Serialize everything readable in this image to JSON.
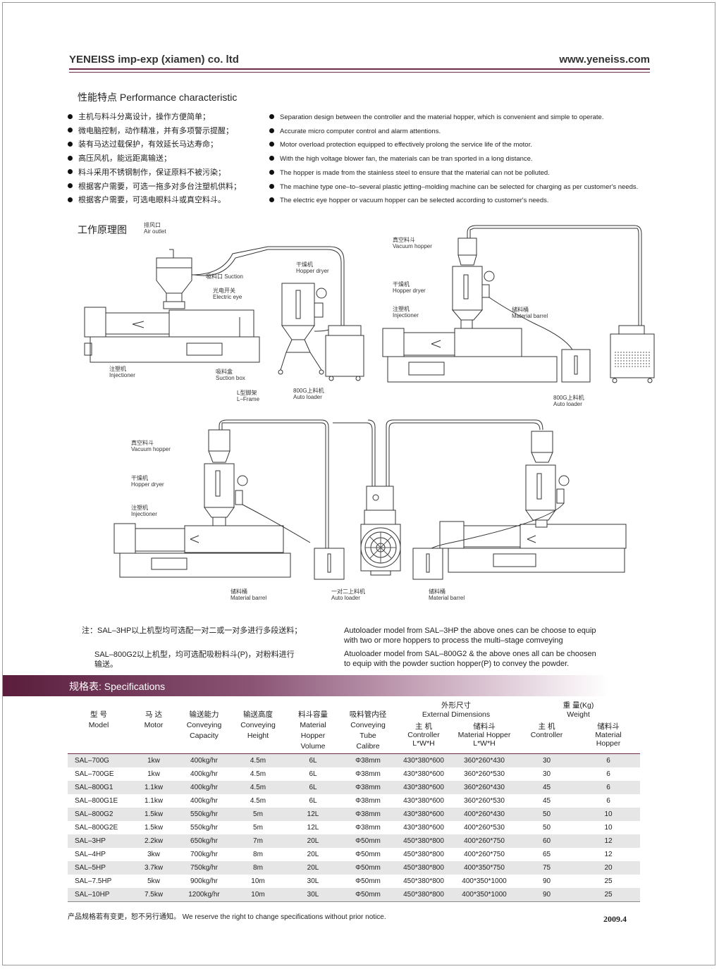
{
  "header": {
    "company": "YENEISS imp-exp (xiamen) co. ltd",
    "website": "www.yeneiss.com"
  },
  "performance": {
    "title": "性能特点 Performance characteristic",
    "cn": [
      "主机与料斗分离设计，操作方便简单；",
      "微电脑控制，动作精准，并有多项警示提醒；",
      "装有马达过载保护，有效延长马达寿命；",
      "高压风机，能远距离输送；",
      "料斗采用不锈钢制作，保证原料不被污染；",
      "根据客户需要，可选一拖多对多台注塑机供料；",
      "根据客户需要，可选电眼料斗或真空料斗。"
    ],
    "en": [
      "Separation design between the controller and the material hopper, which is  convenient and simple  to operate.",
      "Accurate micro computer control and alarm attentions.",
      "Motor overload protection equipped to effectively prolong the service life of the motor.",
      "With the high voltage blower fan, the materials can be tran sported in a long distance.",
      "The hopper is made from the stainless steel to ensure that the material can not be polluted.",
      "The machine type one–to–several plastic jetting–molding machine can be selected for charging as per customer's needs.",
      "The electric eye hopper or vacuum hopper can be selected according to customer's needs."
    ]
  },
  "diagram": {
    "title": "工作原理图",
    "labels": {
      "air_outlet": [
        "排风口",
        "Air outlet"
      ],
      "suction": [
        "吸料口",
        "Suction"
      ],
      "electric_eye": [
        "光电开关",
        "Electric eye"
      ],
      "hopper_dryer_1": [
        "干燥机",
        "Hopper dryer"
      ],
      "injectioner_1": [
        "注塑机",
        "Injectioner"
      ],
      "suction_box": [
        "吸料盒",
        "Suction box"
      ],
      "l_frame": [
        "L型脚架",
        "L–Frame"
      ],
      "auto_loader_1": [
        "800G上料机",
        "Auto loader"
      ],
      "vacuum_hopper_1": [
        "真空料斗",
        "Vacuum hopper"
      ],
      "hopper_dryer_2": [
        "干燥机",
        "Hopper dryer"
      ],
      "injectioner_2": [
        "注塑机",
        "Injectioner"
      ],
      "material_barrel_1": [
        "储料桶",
        "Material barrel"
      ],
      "auto_loader_2": [
        "800G上料机",
        "Auto loader"
      ],
      "vacuum_hopper_2": [
        "真空料斗",
        "Vacuum hopper"
      ],
      "hopper_dryer_3": [
        "干燥机",
        "Hopper dryer"
      ],
      "injectioner_3": [
        "注塑机",
        "Injectioner"
      ],
      "material_barrel_2": [
        "储料桶",
        "Material barrel"
      ],
      "auto_loader_3": [
        "一对二上料机",
        "Auto loader"
      ],
      "material_barrel_3": [
        "储料桶",
        "Material barrel"
      ]
    }
  },
  "notes": {
    "cn1": "注：SAL–3HP以上机型均可选配一对二或一对多进行多段送料；",
    "cn2a": "SAL–800G2以上机型，均可选配吸粉料斗(P)，对粉料进行",
    "cn2b": "输送。",
    "en1a": "Autoloader model from SAL–3HP the above ones can be choose to equip",
    "en1b": "with two or more hoppers to process the multi–stage comveying",
    "en2a": "Atuoloader model from SAL–800G2 & the above ones all can be choosen",
    "en2b": " to equip with the powder suction hopper(P) to convey the powder."
  },
  "specs": {
    "title": "规格表: Specifications",
    "headers": {
      "model": [
        "型 号",
        "Model"
      ],
      "motor": [
        "马 达",
        "Motor"
      ],
      "capacity": [
        "输送能力",
        "Conveying",
        "Capacity"
      ],
      "height": [
        "输送高度",
        "Conveying",
        "Height"
      ],
      "volume": [
        "料斗容量",
        "Material",
        "Hopper",
        "Volume"
      ],
      "tube": [
        "吸料管内径",
        "Conveying",
        "Tube",
        "Calibre"
      ],
      "ext_dim": [
        "外形尺寸",
        "External Dimensions"
      ],
      "controller_dim": [
        "主 机",
        "Controller",
        "L*W*H"
      ],
      "hopper_dim": [
        "储料斗",
        "Material Hopper",
        "L*W*H"
      ],
      "weight": [
        "重 量(Kg)",
        "Weight"
      ],
      "w_controller": [
        "主 机",
        "Controller"
      ],
      "w_hopper": [
        "储料斗",
        "Material",
        "Hopper"
      ]
    },
    "rows": [
      [
        "SAL–700G",
        "1kw",
        "400kg/hr",
        "4.5m",
        "6L",
        "Φ38mm",
        "430*380*600",
        "360*260*430",
        "30",
        "6"
      ],
      [
        "SAL–700GE",
        "1kw",
        "400kg/hr",
        "4.5m",
        "6L",
        "Φ38mm",
        "430*380*600",
        "360*260*530",
        "30",
        "6"
      ],
      [
        "SAL–800G1",
        "1.1kw",
        "400kg/hr",
        "4.5m",
        "6L",
        "Φ38mm",
        "430*380*600",
        "360*260*430",
        "45",
        "6"
      ],
      [
        "SAL–800G1E",
        "1.1kw",
        "400kg/hr",
        "4.5m",
        "6L",
        "Φ38mm",
        "430*380*600",
        "360*260*530",
        "45",
        "6"
      ],
      [
        "SAL–800G2",
        "1.5kw",
        "550kg/hr",
        "5m",
        "12L",
        "Φ38mm",
        "430*380*600",
        "400*260*430",
        "50",
        "10"
      ],
      [
        "SAL–800G2E",
        "1.5kw",
        "550kg/hr",
        "5m",
        "12L",
        "Φ38mm",
        "430*380*600",
        "400*260*530",
        "50",
        "10"
      ],
      [
        "SAL–3HP",
        "2.2kw",
        "650kg/hr",
        "7m",
        "20L",
        "Φ50mm",
        "450*380*800",
        "400*260*750",
        "60",
        "12"
      ],
      [
        "SAL–4HP",
        "3kw",
        "700kg/hr",
        "8m",
        "20L",
        "Φ50mm",
        "450*380*800",
        "400*260*750",
        "65",
        "12"
      ],
      [
        "SAL–5HP",
        "3.7kw",
        "750kg/hr",
        "8m",
        "20L",
        "Φ50mm",
        "450*380*800",
        "400*350*750",
        "75",
        "20"
      ],
      [
        "SAL–7.5HP",
        "5kw",
        "900kg/hr",
        "10m",
        "30L",
        "Φ50mm",
        "450*380*800",
        "400*350*1000",
        "90",
        "25"
      ],
      [
        "SAL–10HP",
        "7.5kw",
        "1200kg/hr",
        "10m",
        "30L",
        "Φ50mm",
        "450*380*800",
        "400*350*1000",
        "90",
        "25"
      ]
    ],
    "shaded_rows": [
      0,
      2,
      4,
      6,
      8,
      10
    ]
  },
  "footer": {
    "notice": "产品规格若有变更，恕不另行通知。 We reserve the right to change specifications without prior notice.",
    "year": "2009.4"
  }
}
